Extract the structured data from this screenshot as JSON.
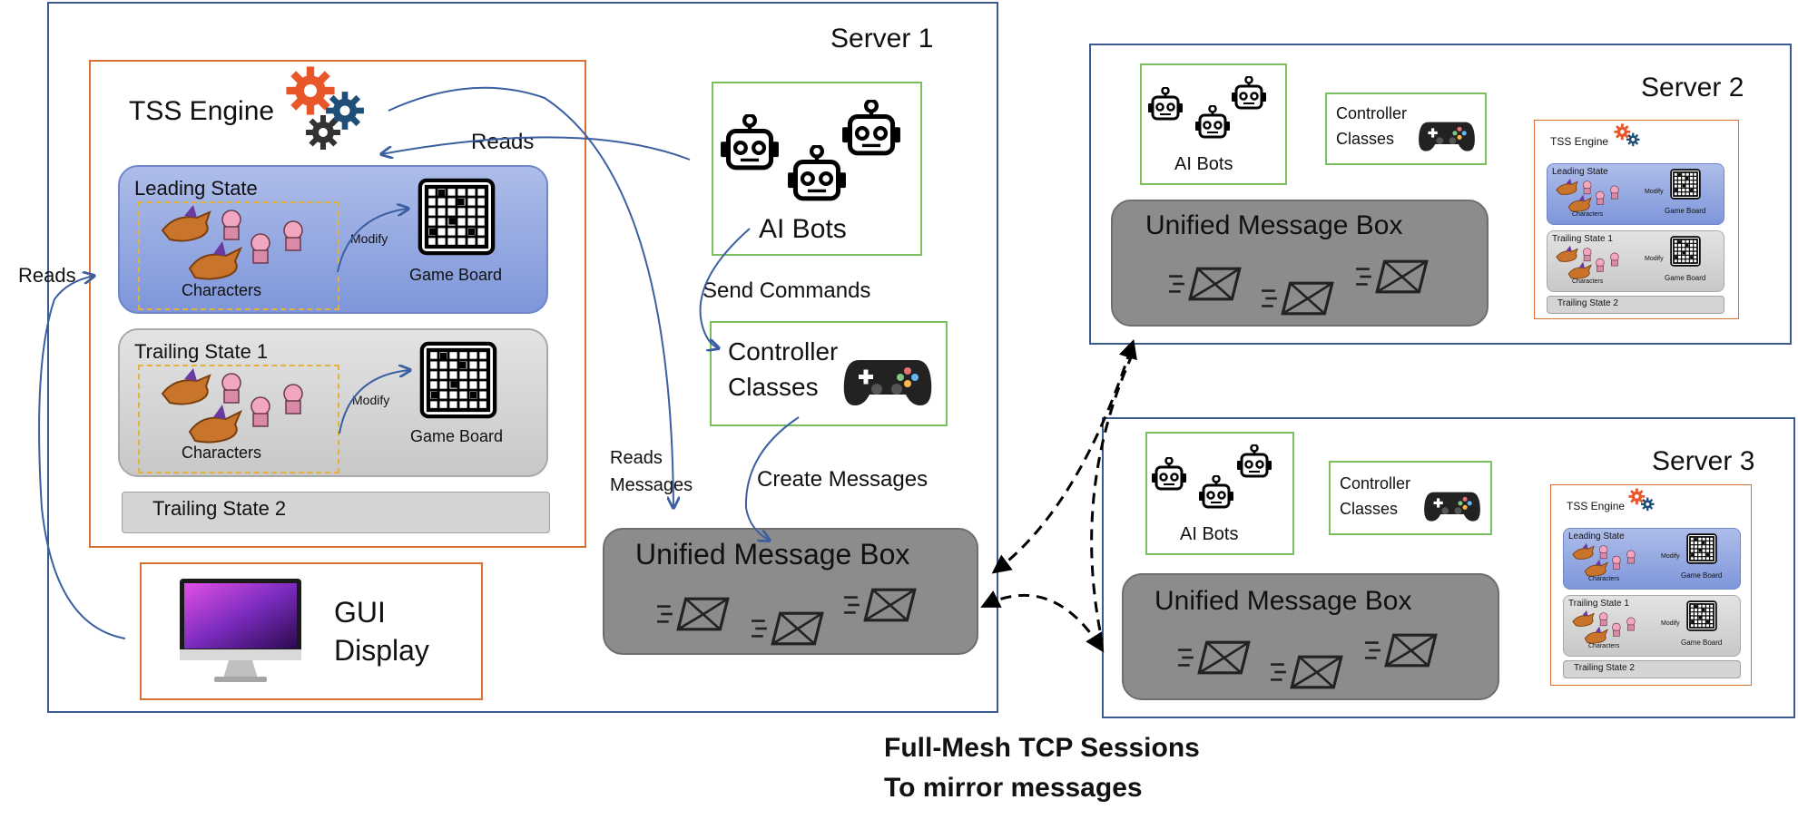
{
  "server1": {
    "title": "Server 1",
    "tss_engine": {
      "title": "TSS Engine",
      "leading_state": {
        "title": "Leading State",
        "characters": "Characters",
        "modify": "Modify",
        "game_board": "Game Board"
      },
      "trailing_state_1": {
        "title": "Trailing State 1",
        "characters": "Characters",
        "modify": "Modify",
        "game_board": "Game Board"
      },
      "trailing_state_2": "Trailing State 2"
    },
    "ai_bots": "AI Bots",
    "controller": {
      "line1": "Controller",
      "line2": "Classes"
    },
    "unified_message_box": "Unified Message Box",
    "gui": {
      "line1": "GUI",
      "line2": "Display"
    },
    "labels": {
      "reads_top": "Reads",
      "reads_left": "Reads",
      "send_commands": "Send Commands",
      "reads_messages_1": "Reads",
      "reads_messages_2": "Messages",
      "create_messages": "Create Messages"
    }
  },
  "server2": {
    "title": "Server 2",
    "ai_bots": "AI Bots",
    "controller": {
      "line1": "Controller",
      "line2": "Classes"
    },
    "unified_message_box": "Unified Message Box",
    "mini_tss": {
      "title": "TSS Engine",
      "leading_state": "Leading State",
      "trailing_state_1": "Trailing State 1",
      "trailing_state_2": "Trailing State 2",
      "characters": "Characters",
      "modify": "Modify",
      "game_board": "Game Board"
    }
  },
  "server3": {
    "title": "Server 3",
    "ai_bots": "AI Bots",
    "controller": {
      "line1": "Controller",
      "line2": "Classes"
    },
    "unified_message_box": "Unified Message Box",
    "mini_tss": {
      "title": "TSS Engine",
      "leading_state": "Leading State",
      "trailing_state_1": "Trailing State 1",
      "trailing_state_2": "Trailing State 2",
      "characters": "Characters",
      "modify": "Modify",
      "game_board": "Game Board"
    }
  },
  "caption": {
    "line1": "Full-Mesh TCP Sessions",
    "line2": "To mirror messages"
  },
  "colors": {
    "server_border": "#3b5a8f",
    "engine_border": "#d9702f",
    "green_border": "#7bbf5c",
    "arrow": "#3b5fa0",
    "message_box": "#8c8c8c"
  },
  "icons": [
    "gear-icon",
    "robot-icon",
    "gamepad-icon",
    "envelope-icon",
    "monitor-icon",
    "grid-board-icon",
    "character-sprite-icon"
  ]
}
